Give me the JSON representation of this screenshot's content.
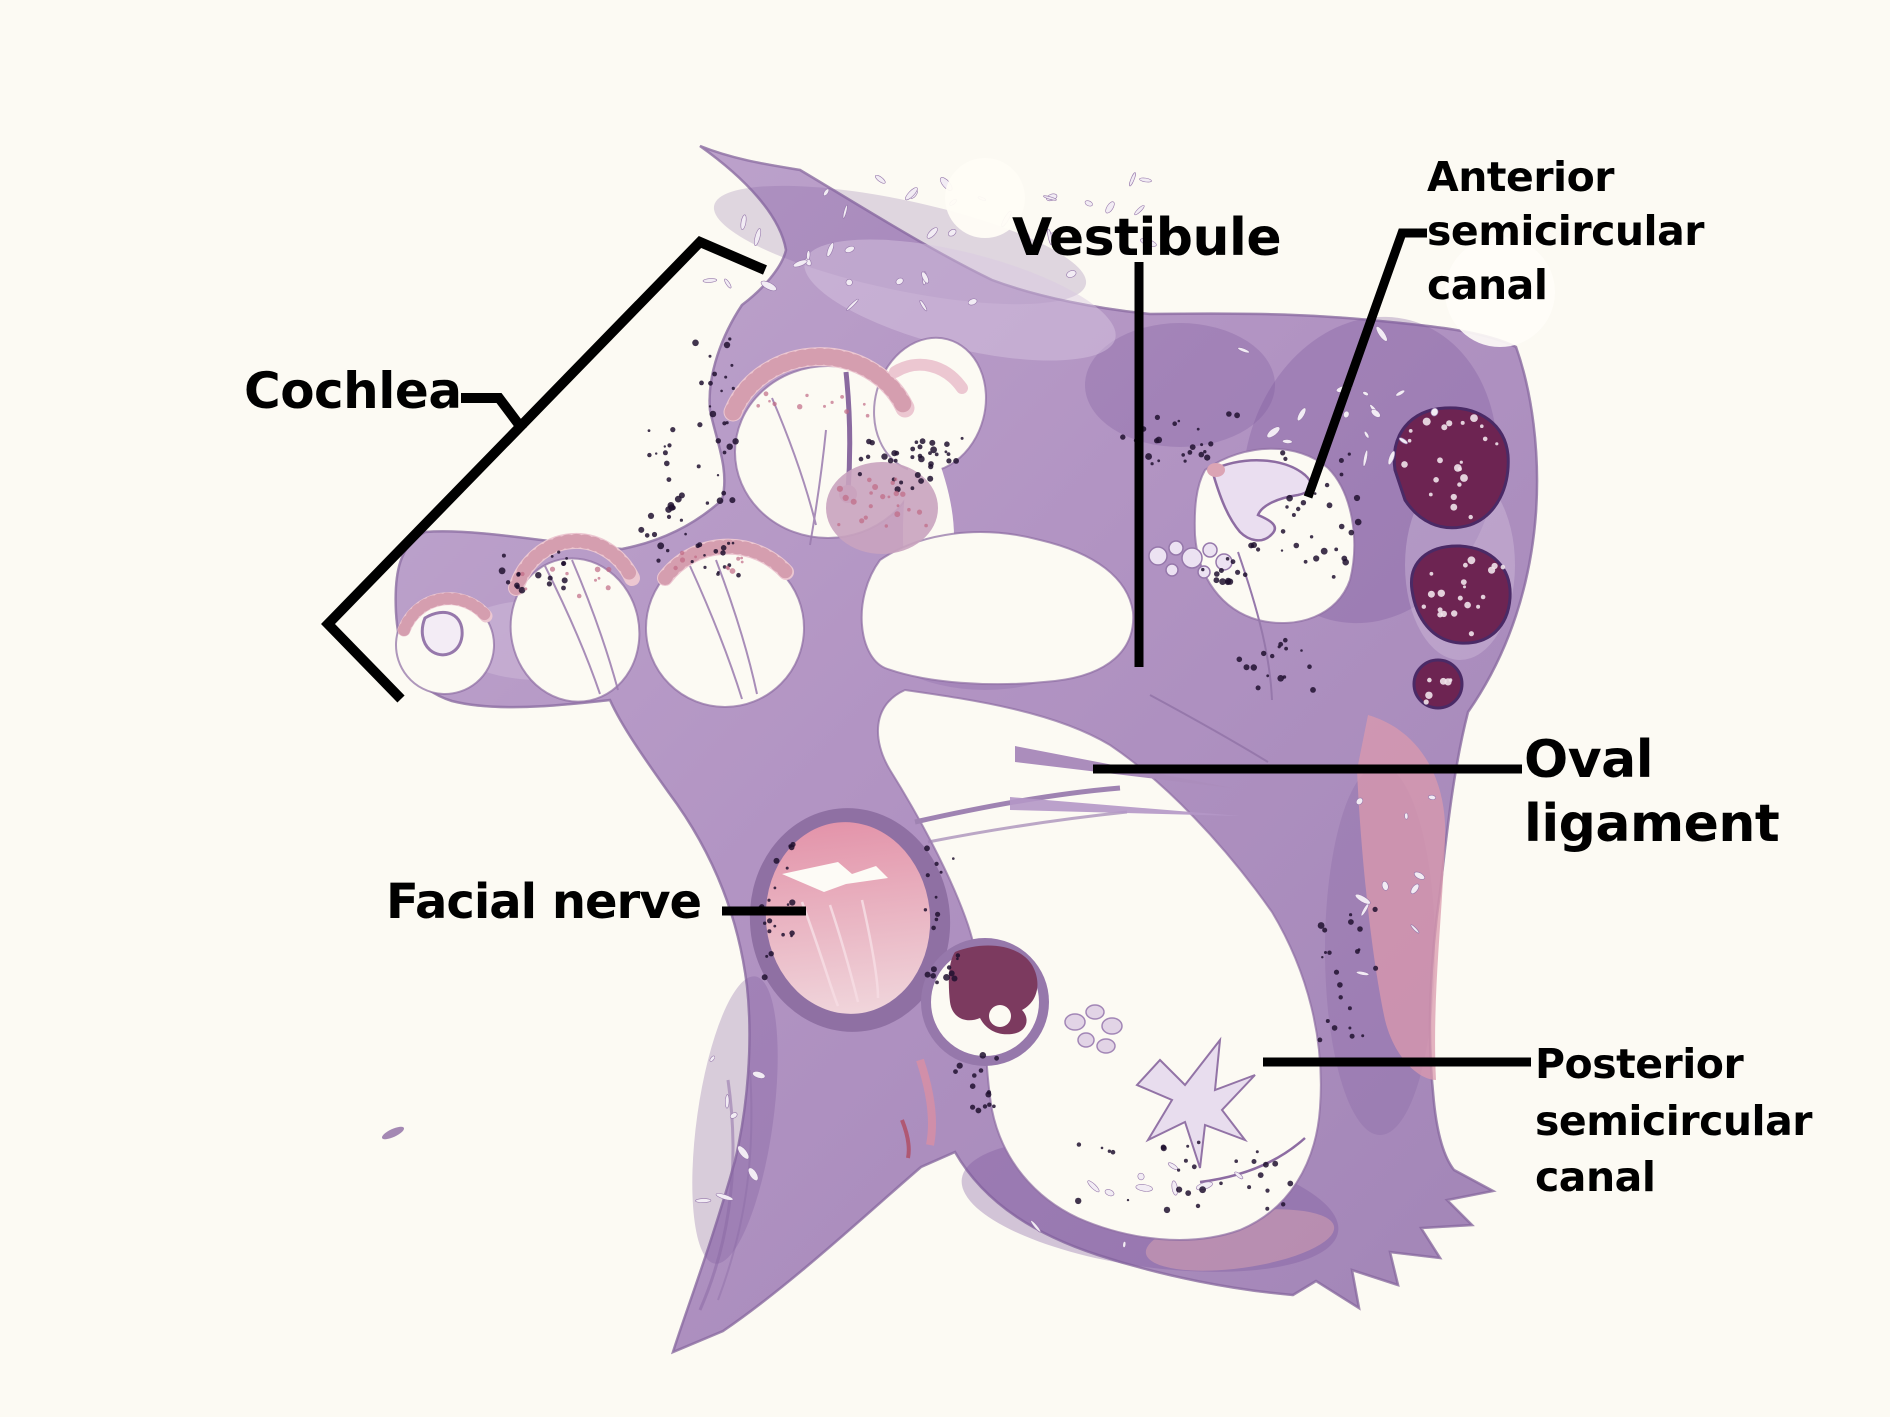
{
  "figure": {
    "description": "Histological cross-section of the inner ear (H&E stained micrograph) with labeled anatomical structures",
    "labels": {
      "cochlea": "Cochlea",
      "vestibule": "Vestibule",
      "anterior_semicircular_canal": "Anterior\nsemicircular\ncanal",
      "oval_ligament": "Oval\nligament",
      "facial_nerve": "Facial nerve",
      "posterior_semicircular_canal": "Posterior\nsemicircular\ncanal"
    },
    "colors": {
      "annotation_black": "#000000",
      "background": "#fcfaf3",
      "bone_tissue": "#b294c3",
      "eosin_pink": "#e59cab",
      "bone_marrow": "#6d2452"
    }
  }
}
